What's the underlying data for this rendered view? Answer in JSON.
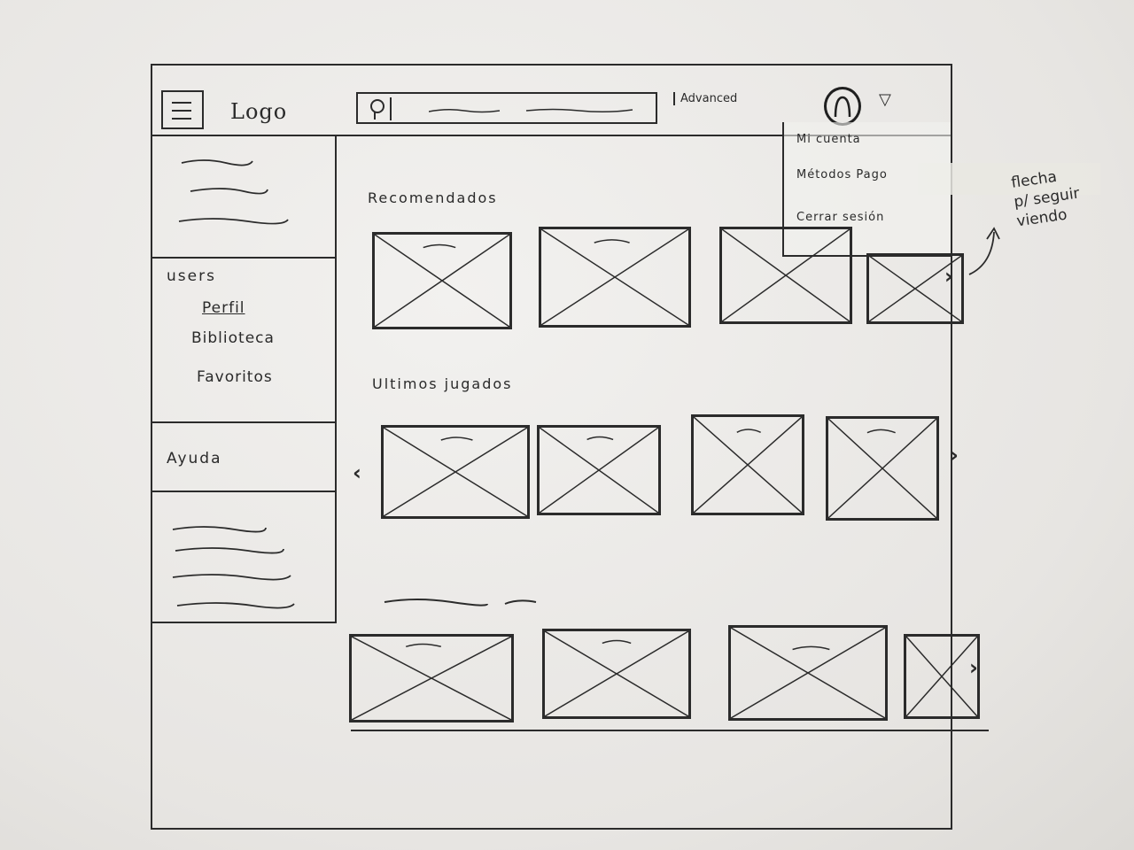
{
  "header": {
    "logo": "Logo",
    "search": {
      "placeholder": ""
    },
    "advanced_label": "Advanced"
  },
  "user_menu": {
    "items": [
      "Mi cuenta",
      "Métodos Pago",
      "Cerrar sesión"
    ]
  },
  "sidebar": {
    "users_heading": "users",
    "users_links": [
      "Perfil",
      "Biblioteca",
      "Favoritos"
    ],
    "help_heading": "Ayuda"
  },
  "sections": [
    {
      "title": "Recomendados"
    },
    {
      "title": "Ultimos jugados"
    }
  ],
  "annotation": {
    "lines": [
      "flecha",
      "p/ seguir",
      "viendo"
    ]
  },
  "icons": {
    "menu": "hamburger-menu-icon",
    "search": "search-icon",
    "avatar": "user-avatar-icon",
    "caret": "caret-down-icon",
    "next": "chevron-right-icon",
    "prev": "chevron-left-icon",
    "placeholder": "image-placeholder-icon"
  },
  "colors": {
    "ink": "#2b2b2b",
    "paper": "#eceae7"
  }
}
